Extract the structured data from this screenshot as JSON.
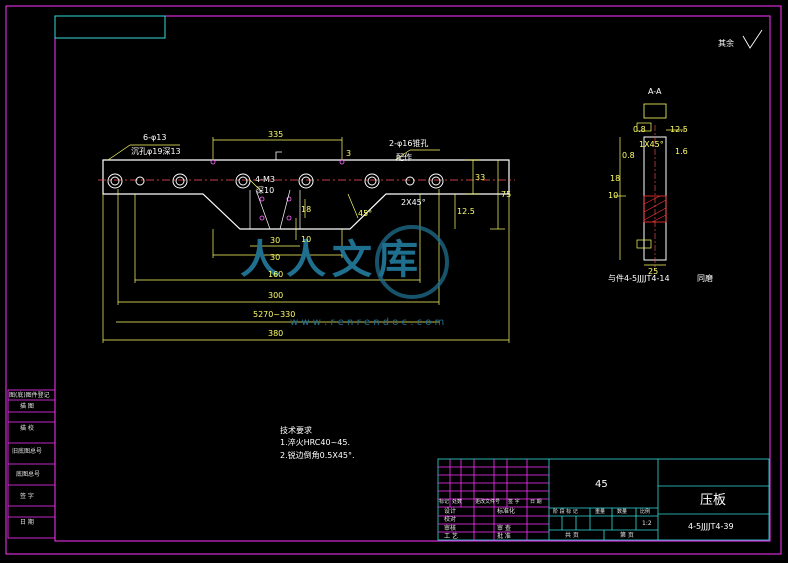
{
  "title_block": {
    "material": "45",
    "part_name": "压板",
    "drawing_no": "4-5JJJJT4-39",
    "scale": "1:2",
    "headers": [
      "标记",
      "处数",
      "更改文件号",
      "签 字",
      "日 期"
    ],
    "rows_left": [
      "设计",
      "校对",
      "审核",
      "工 艺"
    ],
    "rows_mid": [
      "标准化",
      "审 查",
      "批 准"
    ],
    "stage_labels": [
      "阶 段 标 记",
      "重量",
      "数量",
      "比例"
    ],
    "sheet_labels": [
      "共 页",
      "第 页"
    ]
  },
  "left_strip": [
    "图(底)图件登记",
    "描 图",
    "描 校",
    "旧底图总号",
    "底图总号",
    "签 字",
    "日 期"
  ],
  "roughness_note": "其余",
  "tech_req": {
    "heading": "技术要求",
    "items": [
      "1.淬火HRC40~45.",
      "2.锐边倒角0.5X45°."
    ]
  },
  "main_view": {
    "dims": {
      "d335": "335",
      "d30a": "30",
      "d30b": "30",
      "d160": "160",
      "d300": "300",
      "d5270": "5270~330",
      "d380": "380",
      "d33": "33",
      "d75": "75",
      "d125": "12.5",
      "d18": "18",
      "d10": "10",
      "angle": "45°",
      "chamfer": "2X45°",
      "d3": "3"
    },
    "notes": {
      "holes_6": "6-φ13",
      "counterbore": "沉孔φ19深13",
      "holes_2": "2-φ16锥孔",
      "match": "配作",
      "holes_4": "4-M3",
      "depth": "深10"
    }
  },
  "section_view": {
    "label": "A-A",
    "dims": {
      "d125": "12.5",
      "d25": "25",
      "d10": "10",
      "d18": "18",
      "chamfer": "1X45°",
      "d08a": "0.8",
      "d08b": "0.8",
      "d16": "1.6"
    },
    "note": "与件4-5JJJJT4-14",
    "note2": "同磨"
  },
  "watermark": {
    "text": "人人文库",
    "url": "w w w . r e n r e n d o c . c o m"
  }
}
